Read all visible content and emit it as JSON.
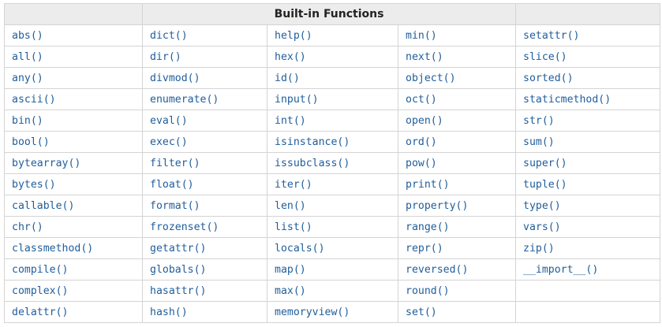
{
  "table": {
    "title": "Built-in Functions",
    "columns": [
      [
        "abs()",
        "all()",
        "any()",
        "ascii()",
        "bin()",
        "bool()",
        "bytearray()",
        "bytes()",
        "callable()",
        "chr()",
        "classmethod()",
        "compile()",
        "complex()",
        "delattr()"
      ],
      [
        "dict()",
        "dir()",
        "divmod()",
        "enumerate()",
        "eval()",
        "exec()",
        "filter()",
        "float()",
        "format()",
        "frozenset()",
        "getattr()",
        "globals()",
        "hasattr()",
        "hash()"
      ],
      [
        "help()",
        "hex()",
        "id()",
        "input()",
        "int()",
        "isinstance()",
        "issubclass()",
        "iter()",
        "len()",
        "list()",
        "locals()",
        "map()",
        "max()",
        "memoryview()"
      ],
      [
        "min()",
        "next()",
        "object()",
        "oct()",
        "open()",
        "ord()",
        "pow()",
        "print()",
        "property()",
        "range()",
        "repr()",
        "reversed()",
        "round()",
        "set()"
      ],
      [
        "setattr()",
        "slice()",
        "sorted()",
        "staticmethod()",
        "str()",
        "sum()",
        "super()",
        "tuple()",
        "type()",
        "vars()",
        "zip()",
        "__import__()",
        "",
        ""
      ]
    ]
  }
}
